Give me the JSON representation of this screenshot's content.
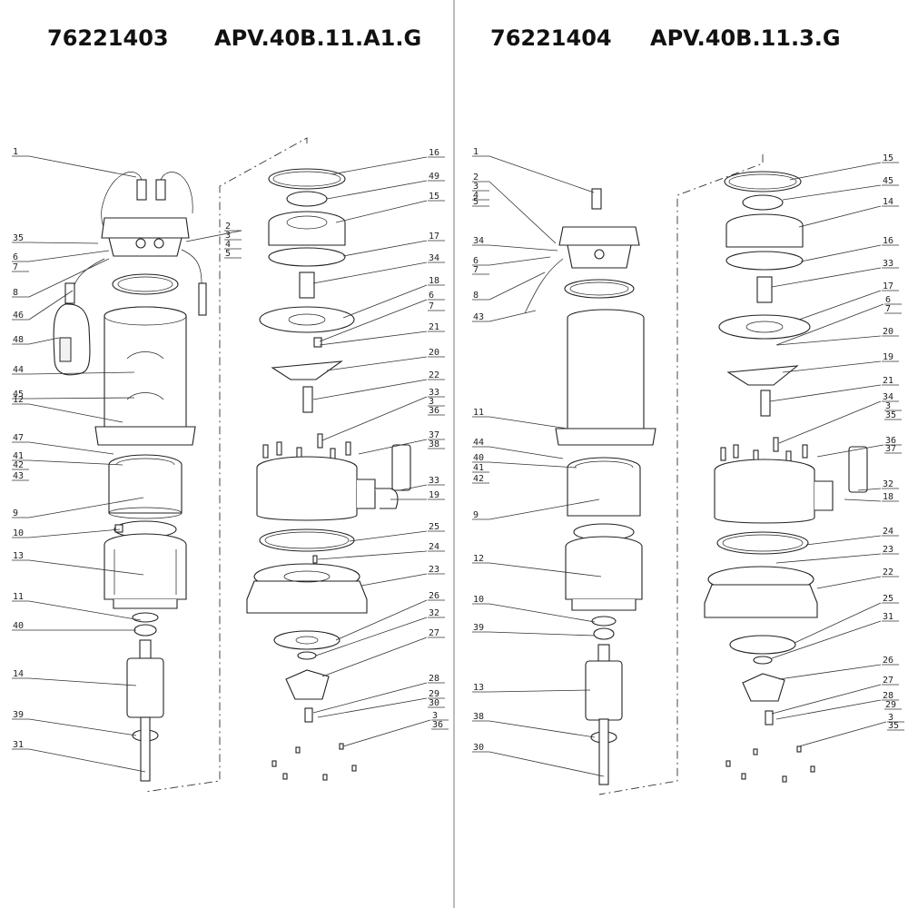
{
  "left": {
    "code": "76221403",
    "model": "APV.40B.11.A1.G",
    "labels": [
      "1",
      "35",
      "6",
      "7",
      "8",
      "46",
      "48",
      "44",
      "45",
      "12",
      "47",
      "41",
      "42",
      "43",
      "9",
      "10",
      "13",
      "11",
      "40",
      "14",
      "39",
      "31",
      "2",
      "3",
      "4",
      "5",
      "16",
      "49",
      "15",
      "17",
      "34",
      "18",
      "6",
      "7",
      "21",
      "20",
      "22",
      "33",
      "3",
      "36",
      "37",
      "38",
      "33",
      "19",
      "25",
      "24",
      "23",
      "26",
      "32",
      "27",
      "28",
      "29",
      "30",
      "3",
      "36"
    ]
  },
  "right": {
    "code": "76221404",
    "model": "APV.40B.11.3.G",
    "labels": [
      "1",
      "2",
      "3",
      "4",
      "5",
      "34",
      "6",
      "7",
      "8",
      "43",
      "11",
      "44",
      "40",
      "41",
      "42",
      "9",
      "12",
      "10",
      "39",
      "13",
      "38",
      "30",
      "15",
      "45",
      "14",
      "16",
      "33",
      "17",
      "6",
      "7",
      "20",
      "19",
      "21",
      "34",
      "3",
      "35",
      "36",
      "37",
      "32",
      "18",
      "24",
      "23",
      "22",
      "25",
      "31",
      "26",
      "27",
      "28",
      "29",
      "3",
      "35"
    ]
  }
}
